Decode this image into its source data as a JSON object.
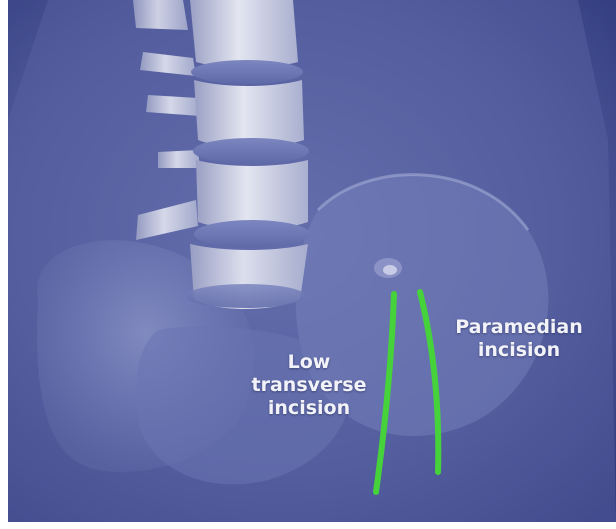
{
  "labels": {
    "paramedian_line1": "Paramedian",
    "paramedian_line2": "incision",
    "low_transverse_line1": "Low",
    "low_transverse_line2": "transverse",
    "low_transverse_line3": "incision"
  },
  "colors": {
    "background_blue": "#4a5597",
    "incision_green": "#46d23a",
    "label_text": "#f2f3f8",
    "bone": "#c9cde0"
  }
}
